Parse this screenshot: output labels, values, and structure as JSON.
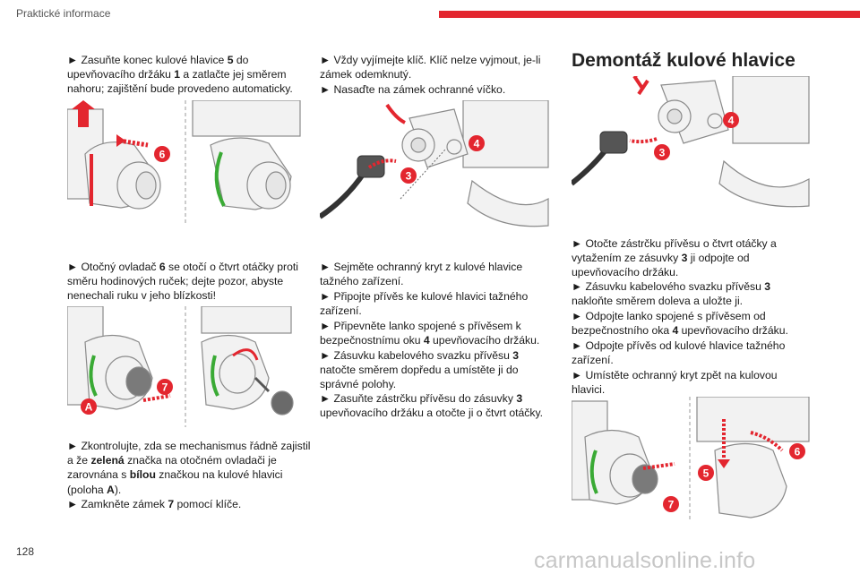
{
  "header": {
    "section": "Praktické informace",
    "accent_color": "#e3262f"
  },
  "page_number": "128",
  "watermark": "carmanualsonline.info",
  "col1": {
    "p1": [
      "► Zasuňte konec kulové hlavice ",
      "5",
      " do upevňovacího držáku ",
      "1",
      " a zatlačte jej směrem nahoru; zajištění bude provedeno automaticky."
    ],
    "p2": [
      "► Otočný ovladač ",
      "6",
      " se otočí o čtvrt otáčky proti směru hodinových ruček; dejte pozor, abyste nenechali ruku v jeho blízkosti!"
    ],
    "p3": [
      "► Zkontrolujte, zda se mechanismus řádně zajistil a že ",
      "zelená",
      " značka na otočném ovladači je zarovnána s ",
      "bílou",
      " značkou na kulové hlavici (poloha ",
      "A",
      ")."
    ],
    "p4": [
      "► Zamkněte zámek ",
      "7",
      " pomocí klíče."
    ]
  },
  "col2": {
    "p1": "► Vždy vyjímejte klíč. Klíč nelze vyjmout, je-li zámek odemknutý.",
    "p2": "► Nasaďte na zámek ochranné víčko.",
    "p3": "► Sejměte ochranný kryt z kulové hlavice tažného zařízení.",
    "p4": "► Připojte přívěs ke kulové hlavici tažného zařízení.",
    "p5": [
      "► Připevněte lanko spojené s přívěsem k bezpečnostnímu oku ",
      "4",
      " upevňovacího držáku."
    ],
    "p6": [
      "► Zásuvku kabelového svazku přívěsu ",
      "3",
      " natočte směrem dopředu a umístěte ji do správné polohy."
    ],
    "p7": [
      "► Zasuňte zástrčku přívěsu do zásuvky ",
      "3",
      " upevňovacího držáku a otočte ji o čtvrt otáčky."
    ]
  },
  "col3": {
    "heading": "Demontáž kulové hlavice",
    "p1": [
      "► Otočte zástrčku přívěsu o čtvrt otáčky a vytažením ze zásuvky ",
      "3",
      " ji odpojte od upevňovacího držáku."
    ],
    "p2": [
      "► Zásuvku kabelového svazku přívěsu ",
      "3",
      " nakloňte směrem doleva a uložte ji."
    ],
    "p3": [
      "► Odpojte lanko spojené s přívěsem od bezpečnostního oka ",
      "4",
      " upevňovacího držáku."
    ],
    "p4": "► Odpojte přívěs od kulové hlavice tažného zařízení.",
    "p5": "► Umístěte ochranný kryt zpět na kulovou hlavici."
  },
  "callouts": {
    "fig1": "6",
    "fig2_a": "A",
    "fig2_b": "7",
    "fig3_a": "3",
    "fig3_b": "4",
    "fig4_a": "3",
    "fig4_b": "4",
    "fig5_a": "7",
    "fig5_b": "5",
    "fig5_c": "6"
  },
  "colors": {
    "callout": "#e3262f",
    "green_mark": "#3aaa35",
    "drawing": "#9a9a9a"
  }
}
